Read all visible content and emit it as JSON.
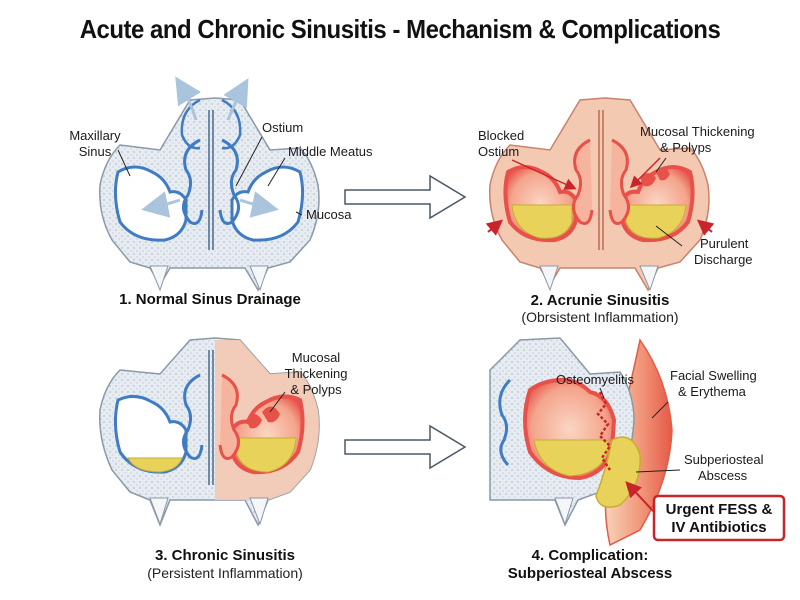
{
  "title": "Acute and Chronic Sinusitis - Mechanism & Complications",
  "panels": {
    "p1": {
      "caption": "1. Normal Sinus Drainage",
      "labels": {
        "maxillary1": "Maxillary",
        "maxillary2": "Sinus",
        "ostium": "Ostium",
        "meatus": "Middle Meatus",
        "mucosa": "Mucosa"
      }
    },
    "p2": {
      "caption": "2. Acrunie Sinusitis",
      "subcaption": "(Obrsistent Inflammation)",
      "labels": {
        "blocked1": "Blocked",
        "blocked2": "Ostium",
        "thick1": "Mucosal Thickening",
        "thick2": "& Polyps",
        "purulent1": "Purulent",
        "purulent2": "Discharge"
      }
    },
    "p3": {
      "caption": "3. Chronic Sinusitis",
      "subcaption": "(Persistent Inflammation)",
      "labels": {
        "l1": "Mucosal",
        "l2": "Thickening",
        "l3": "& Polyps"
      }
    },
    "p4": {
      "caption": "4. Complication:",
      "subcaption": "Subperiosteal Abscess",
      "labels": {
        "osteo": "Osteomyelitis",
        "swell1": "Facial Swelling",
        "swell2": "& Erythema",
        "abscess1": "Subperiosteal",
        "abscess2": "Abscess"
      },
      "urgent": {
        "line1": "Urgent FESS &",
        "line2": "IV Antibiotics"
      }
    }
  },
  "colors": {
    "mucosa_normal": "#3f7cc4",
    "inflamed": "#e8504a",
    "inflamed_light": "#f6b39d",
    "pus": "#e8d25a",
    "bone": "#dfe6ee",
    "urgent_border": "#c8252a"
  }
}
